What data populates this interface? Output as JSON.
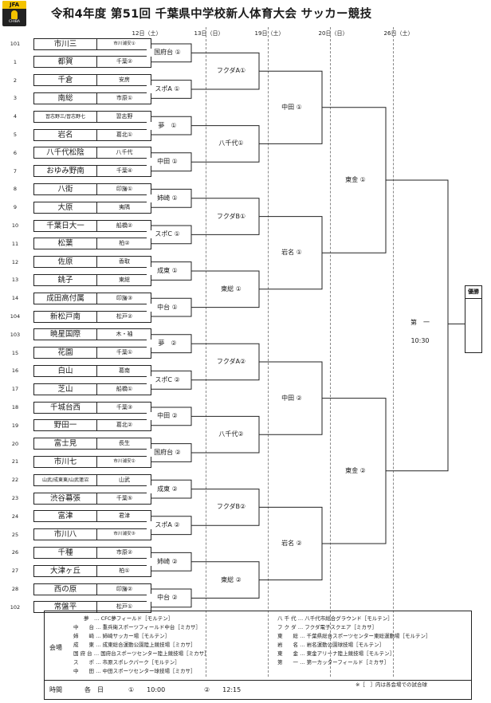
{
  "title": "令和4年度 第51回 千葉県中学校新人体育大会 サッカー競技",
  "logo": {
    "top": "JFA",
    "bottom": "CHIBA"
  },
  "dates": [
    "12日（土）",
    "13日（日）",
    "19日（土）",
    "20日（日）",
    "26日（土）"
  ],
  "teams": [
    {
      "seed": "101",
      "name": "市川三",
      "area": "市川浦安①"
    },
    {
      "seed": "1",
      "name": "都賀",
      "area": "千葉②"
    },
    {
      "seed": "2",
      "name": "千倉",
      "area": "安房"
    },
    {
      "seed": "3",
      "name": "南総",
      "area": "市原①"
    },
    {
      "seed": "4",
      "name": "習志野三/習志野七",
      "area": "習志野"
    },
    {
      "seed": "5",
      "name": "岩名",
      "area": "葛北①"
    },
    {
      "seed": "6",
      "name": "八千代松陰",
      "area": "八千代"
    },
    {
      "seed": "7",
      "name": "おゆみ野南",
      "area": "千葉④"
    },
    {
      "seed": "8",
      "name": "八街",
      "area": "印旛①"
    },
    {
      "seed": "9",
      "name": "大原",
      "area": "夷隅"
    },
    {
      "seed": "10",
      "name": "千葉日大一",
      "area": "船橋②"
    },
    {
      "seed": "11",
      "name": "松葉",
      "area": "柏②"
    },
    {
      "seed": "12",
      "name": "佐原",
      "area": "香取"
    },
    {
      "seed": "13",
      "name": "銚子",
      "area": "東総"
    },
    {
      "seed": "14",
      "name": "成田高付属",
      "area": "印旛③"
    },
    {
      "seed": "104",
      "name": "新松戸南",
      "area": "松戸②"
    },
    {
      "seed": "103",
      "name": "暁星国際",
      "area": "木・袖"
    },
    {
      "seed": "15",
      "name": "花園",
      "area": "千葉①"
    },
    {
      "seed": "16",
      "name": "白山",
      "area": "葛南"
    },
    {
      "seed": "17",
      "name": "芝山",
      "area": "船橋①"
    },
    {
      "seed": "18",
      "name": "千城台西",
      "area": "千葉③"
    },
    {
      "seed": "19",
      "name": "野田一",
      "area": "葛北②"
    },
    {
      "seed": "20",
      "name": "富士見",
      "area": "長生"
    },
    {
      "seed": "21",
      "name": "市川七",
      "area": "市川浦安②"
    },
    {
      "seed": "22",
      "name": "山武/成東東/山武蓮沼",
      "area": "山武"
    },
    {
      "seed": "23",
      "name": "渋谷幕張",
      "area": "千葉⑤"
    },
    {
      "seed": "24",
      "name": "富津",
      "area": "君津"
    },
    {
      "seed": "25",
      "name": "市川八",
      "area": "市川浦安③"
    },
    {
      "seed": "26",
      "name": "千種",
      "area": "市原②"
    },
    {
      "seed": "27",
      "name": "大津ヶ丘",
      "area": "柏①"
    },
    {
      "seed": "28",
      "name": "西の原",
      "area": "印旛②"
    },
    {
      "seed": "102",
      "name": "常盤平",
      "area": "松戸①"
    }
  ],
  "r1": [
    "国府台 ①",
    "スポA ①",
    "夢　①",
    "中田 ①",
    "姉崎 ①",
    "スポC ①",
    "成東 ①",
    "中台 ①",
    "夢　②",
    "スポC ②",
    "中田 ②",
    "国府台 ②",
    "成東 ②",
    "スポA ②",
    "姉崎 ②",
    "中台 ②"
  ],
  "r2": [
    "フクダA①",
    "八千代①",
    "フクダB①",
    "東総 ①",
    "フクダA②",
    "八千代②",
    "フクダB②",
    "東総 ②"
  ],
  "r3": [
    "中田 ①",
    "岩名 ①",
    "中田 ②",
    "岩名 ②"
  ],
  "r4": [
    "東金 ①",
    "東金 ②"
  ],
  "final": {
    "venue": "第　一",
    "time": "10:30"
  },
  "winner_label": "優勝",
  "legend": {
    "venue_label": "会場",
    "time_label": "時間",
    "left": [
      "　　夢　… CFC夢フィールド［モルテン］",
      "中　　台 … 重兵衛スポーツフィールド中台［ミカサ］",
      "姉　　崎 … 姉崎サッカー場［モルテン］",
      "成　　東 … 成東総合運動公園陸上競技場［ミカサ］",
      "国 府 台 … 国府台スポーツセンター陸上競技場［ミカサ］",
      "ス　　ポ … 市原スポレクパーク［モルテン］",
      "中　　田 … 中田スポーツセンター球技場［ミカサ］"
    ],
    "right": [
      "八 千 代 … 八千代市総合グラウンド［モルテン］",
      "フ ク ダ … フクダ電子スクエア［ミカサ］",
      "東　　総 … 千葉県総合スポーツセンター東総運動場［モルテン］",
      "岩　　名 … 岩名運動公園球技場［モルテン］",
      "東　　金 … 東金アリーナ陸上競技場［モルテン］",
      "第　　一 … 第一カッターフィールド［ミカサ］"
    ],
    "note": "※［　］内は各会場での試合球",
    "times": {
      "each": "各　日",
      "t1": "①　　10:00",
      "t2": "②　　12:15"
    }
  }
}
